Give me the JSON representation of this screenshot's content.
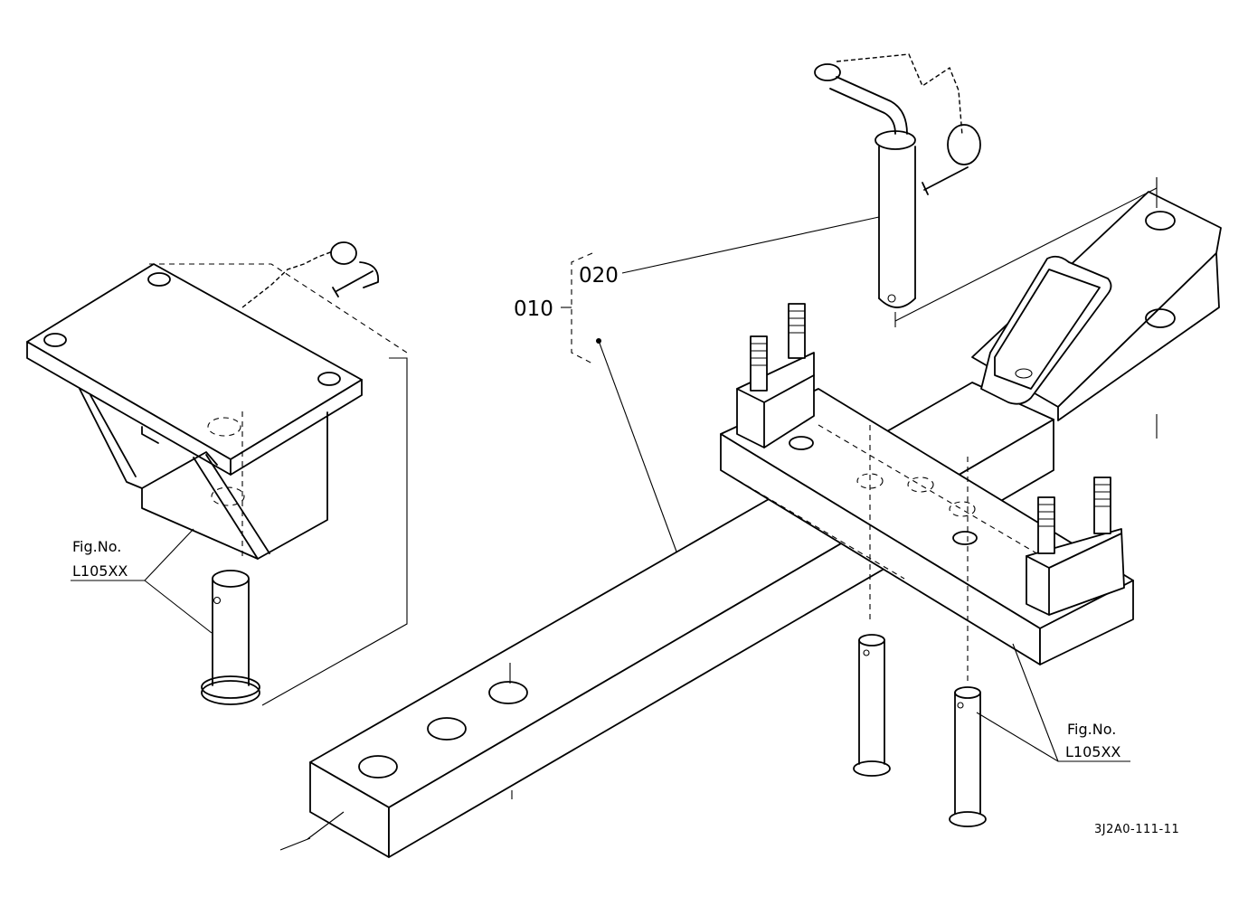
{
  "diagram": {
    "callouts": {
      "assembly": "010",
      "pin": "020"
    },
    "references": {
      "left": {
        "line1": "Fig.No.",
        "line2": "L105XX"
      },
      "right": {
        "line1": "Fig.No.",
        "line2": "L105XX"
      }
    },
    "drawing_code": "3J2A0-111-11",
    "colors": {
      "ink": "#000000",
      "paper": "#ffffff"
    }
  }
}
